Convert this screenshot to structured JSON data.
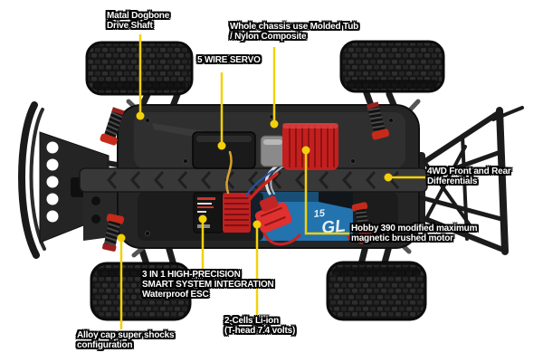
{
  "colors": {
    "callout_yellow": "#f2d10a",
    "motor_red": "#c41f1f",
    "esc_red": "#bf2020",
    "battery_blue": "#2273ae",
    "shock_red": "#c62a1a",
    "plug_red": "#e03030",
    "background": "#ffffff"
  },
  "callouts": [
    {
      "id": "drive-shaft",
      "lines": [
        "Matal Dogbone",
        "Drive Shaft"
      ]
    },
    {
      "id": "chassis-tub",
      "lines": [
        "Whole chassis use Molded Tub",
        "/ Nylon Composite"
      ]
    },
    {
      "id": "servo",
      "lines": [
        "5 WIRE SERVO"
      ]
    },
    {
      "id": "differentials",
      "lines": [
        "4WD Front and Rear",
        "Differentials"
      ]
    },
    {
      "id": "motor",
      "lines": [
        "Hobby 390 modified maximum",
        "magnetic brushed motor"
      ]
    },
    {
      "id": "esc",
      "lines": [
        "3 IN 1 HIGH-PRECISION",
        "SMART SYSTEM INTEGRATION",
        "Waterproof ESC"
      ]
    },
    {
      "id": "battery",
      "lines": [
        "2-Cells Li-ion",
        "(T-head 7.4 volts)"
      ]
    },
    {
      "id": "shocks",
      "lines": [
        "Alloy cap super shocks",
        "configuration"
      ]
    }
  ],
  "battery_print": {
    "number": "15",
    "logo": "GL"
  }
}
